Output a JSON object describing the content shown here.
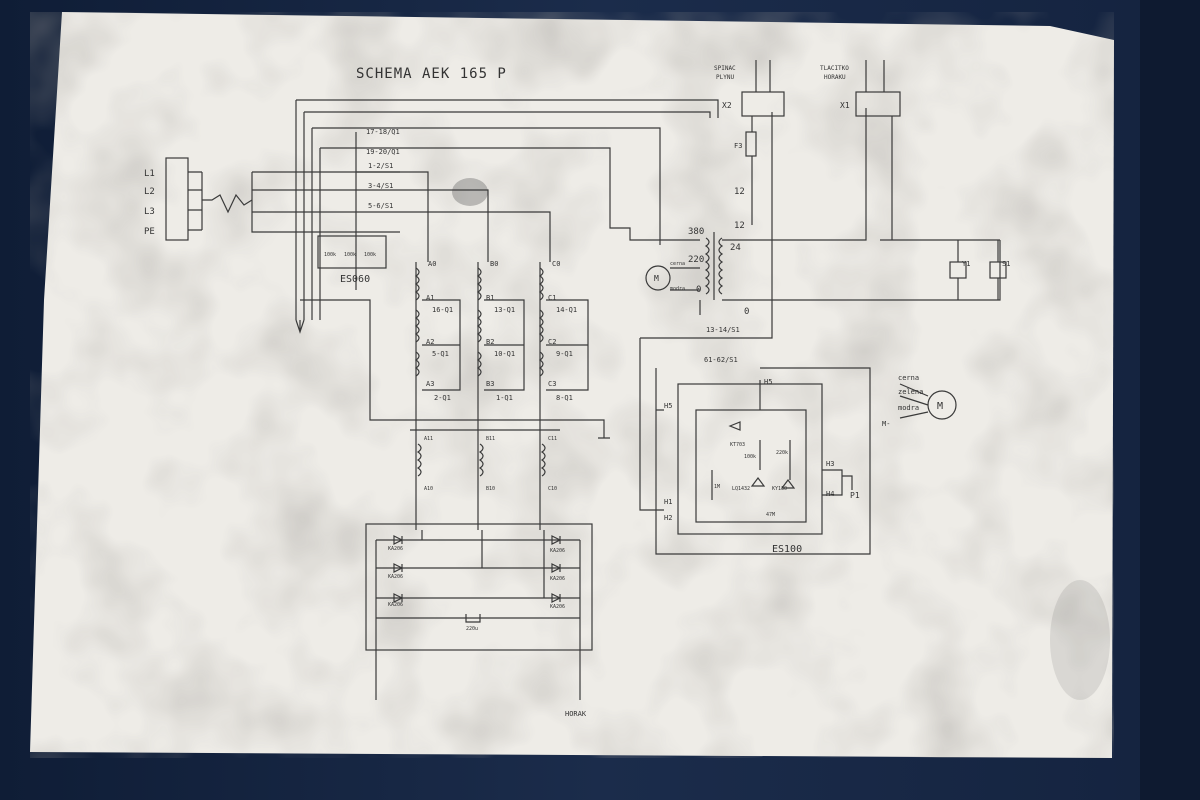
{
  "title": "SCHEMA AEK 165 P",
  "mains": {
    "labels": [
      "L1",
      "L2",
      "L3",
      "PE"
    ]
  },
  "top_right": {
    "spinac_label_1": "SPINAC",
    "spinac_label_2": "PLYNU",
    "tlacitko_label_1": "TLACITKO",
    "tlacitko_label_2": "HORAKU",
    "x2": "X2",
    "x1": "X1",
    "f3": "F3"
  },
  "switch_labels": [
    "17-18/Q1",
    "19-20/Q1",
    "1-2/S1",
    "3-4/S1",
    "5-6/S1"
  ],
  "es060": "ES060",
  "es060_resistors": [
    "100k",
    "100k",
    "100k"
  ],
  "transformer": {
    "v380": "380",
    "v220": "220",
    "v0a": "0",
    "v12a": "12",
    "v12b": "12",
    "v24": "24",
    "v0b": "0",
    "cerna": "cerna",
    "modra": "modra",
    "motor": "M"
  },
  "tap_columns": [
    {
      "top": "A0",
      "taps": [
        "A1",
        "A2",
        "A3"
      ],
      "switches": [
        "16-Q1",
        "5-Q1",
        "2-Q1"
      ]
    },
    {
      "top": "B0",
      "taps": [
        "B1",
        "B2",
        "B3"
      ],
      "switches": [
        "13-Q1",
        "10-Q1",
        "1-Q1"
      ]
    },
    {
      "top": "C0",
      "taps": [
        "C1",
        "C2",
        "C3"
      ],
      "switches": [
        "14-Q1",
        "9-Q1",
        "8-Q1"
      ]
    }
  ],
  "secondary": [
    {
      "top": "A11",
      "bottom": "A10"
    },
    {
      "top": "B11",
      "bottom": "B10"
    },
    {
      "top": "C11",
      "bottom": "C10"
    }
  ],
  "rectifier": {
    "diodes": [
      "KA206",
      "KA206",
      "KA206",
      "KA206",
      "KA206",
      "KA206"
    ],
    "inductor": "220u",
    "output": "HORAK"
  },
  "control": {
    "switch_13_14": "13-14/S1",
    "switch_61_62": "61-62/S1",
    "h5a": "H5",
    "h5b": "H5",
    "h1": "H1",
    "h2": "H2",
    "h3": "H3",
    "h4": "H4",
    "p1": "P1",
    "y1": "Y1",
    "s1": "S1",
    "es100": "ES100",
    "components": [
      "KT703",
      "100k",
      "220k",
      "LQ1432",
      "KY130",
      "47M",
      "1M"
    ],
    "motor_wires": [
      "cerna",
      "zelena",
      "modra"
    ],
    "m_minus": "M-",
    "motor": "M"
  }
}
